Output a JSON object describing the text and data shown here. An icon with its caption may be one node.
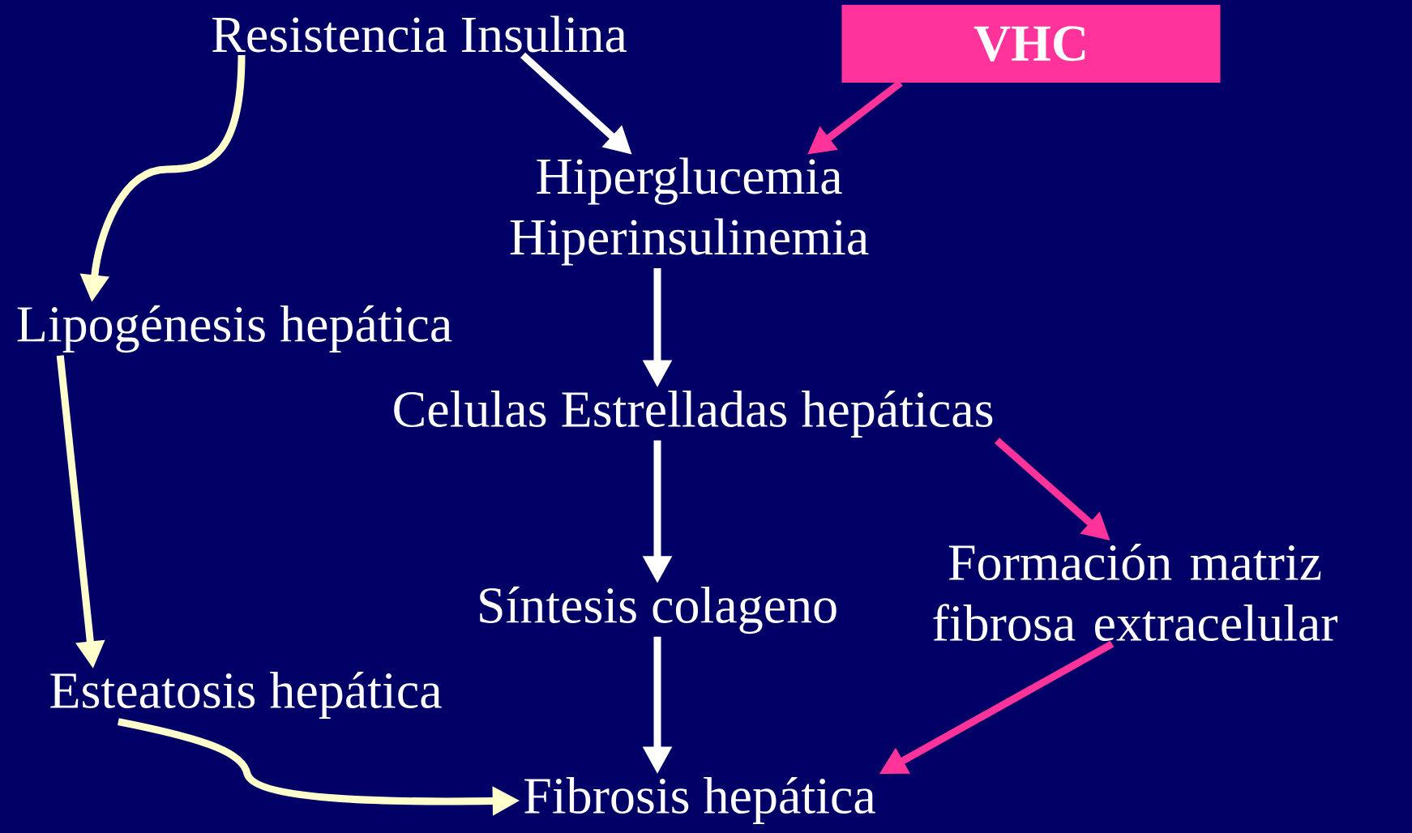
{
  "diagram": {
    "nodes": [
      {
        "text": [
          "Resistencia Insulina"
        ]
      },
      {
        "text": [
          "VHC"
        ]
      },
      {
        "text": [
          "Hiperglucemia",
          "Hiperinsulinemia"
        ]
      },
      {
        "text": [
          "Lipogénesis hepática"
        ]
      },
      {
        "text": [
          "Celulas Estrelladas hepáticas"
        ]
      },
      {
        "text": [
          "Síntesis colageno"
        ]
      },
      {
        "text": [
          "Formación matriz fibrosa extracelular"
        ]
      },
      {
        "text": [
          "Esteatosis hepática"
        ]
      },
      {
        "text": [
          "Fibrosis hepática"
        ]
      }
    ],
    "edges": [
      {
        "from": 0,
        "to": 3,
        "arrow": "to",
        "color": "#ffffcc"
      },
      {
        "from": 0,
        "to": 2,
        "arrow": "to"
      },
      {
        "from": 1,
        "to": 2,
        "arrow": "to",
        "color": "#ff3399"
      },
      {
        "from": 2,
        "to": 4,
        "arrow": "to"
      },
      {
        "from": 4,
        "to": 5,
        "arrow": "to"
      },
      {
        "from": 4,
        "to": 6,
        "arrow": "to",
        "color": "#ff3399"
      },
      {
        "from": 3,
        "to": 7,
        "arrow": "to",
        "color": "#ffffcc"
      },
      {
        "from": 5,
        "to": 8,
        "arrow": "to"
      },
      {
        "from": 6,
        "to": 8,
        "arrow": "to",
        "color": "#ff3399"
      },
      {
        "from": 7,
        "to": 8,
        "arrow": "to",
        "color": "#ffffcc"
      }
    ]
  }
}
